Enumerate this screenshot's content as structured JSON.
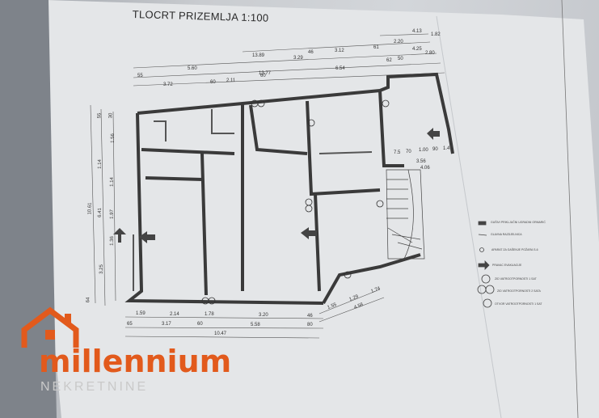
{
  "plan": {
    "title": "TLOCRT PRIZEMLJA 1:100",
    "dims_top": [
      "4.13",
      "1.82",
      "2.20",
      "4.25",
      "2.80",
      "3.12",
      "5.60",
      "13.89",
      "3.29",
      "3.72",
      "2.11",
      "13.77",
      "6.54",
      "46",
      "61",
      "62",
      "60",
      "50",
      "60",
      "55"
    ],
    "dims_left": [
      "10.61",
      "6.41",
      "1.56",
      "1.36",
      "1.14",
      "3.25",
      "1.97",
      "1.14",
      "55",
      "64",
      "30"
    ],
    "dims_bottom": [
      "1.59",
      "2.14",
      "1.78",
      "3.20",
      "46",
      "3.17",
      "60",
      "5.58",
      "10.47",
      "65",
      "1.55",
      "1.29",
      "1.74",
      "4.58",
      "80"
    ],
    "dims_right": [
      "7.5",
      "70",
      "1.00",
      "90",
      "1.4",
      "3.56",
      "4.06"
    ]
  },
  "legend": {
    "items": [
      "GUŠIVI PRIKLJUČNI UGRADNI ORMARIĆ",
      "GLAVNA RAZDJELNICA",
      "APARAT ZA GAŠENJE POŽARA S-6",
      "PRAVAC EVAKUACIJE",
      "ZID VATROOTPORNOSTI 1 SAT",
      "ZID VATROOTPORNOSTI 2 SATA",
      "OTVOR VATROOTPORNOSTI 1 SAT"
    ]
  },
  "brand": {
    "name": "millennium",
    "subtitle": "NEKRETNINE",
    "accent": "#e25a1c"
  }
}
